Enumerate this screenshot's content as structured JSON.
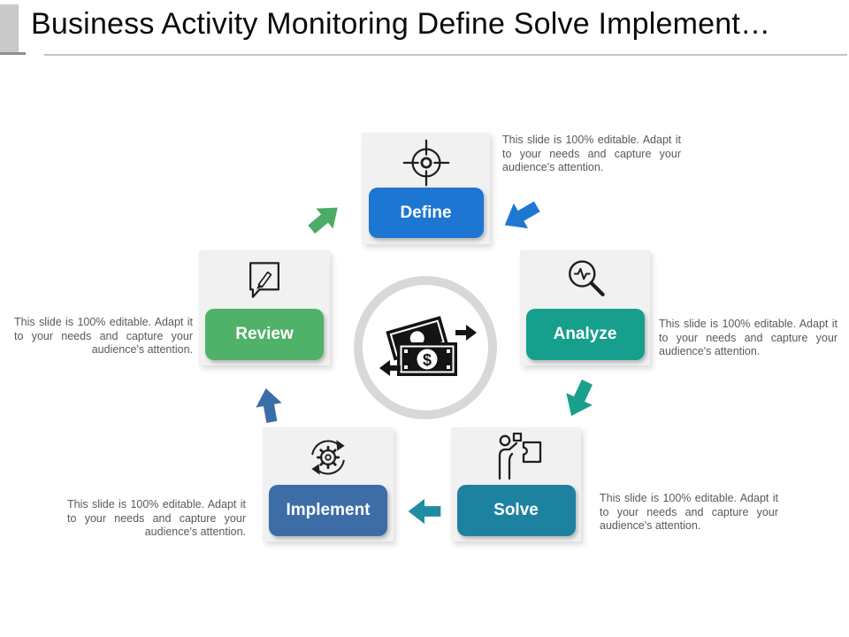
{
  "title": "Business Activity Monitoring Define Solve Implement…",
  "stages": [
    {
      "label": "Define",
      "color": "#1d76d2",
      "icon": "target-icon",
      "desc": "This slide is 100% editable. Adapt it to your needs and capture your audience's attention."
    },
    {
      "label": "Analyze",
      "color": "#169f8c",
      "icon": "magnifier-pulse-icon",
      "desc": "This slide is 100% editable. Adapt it to your needs and capture your audience's attention."
    },
    {
      "label": "Solve",
      "color": "#1d81a0",
      "icon": "person-puzzle-icon",
      "desc": "This slide is 100% editable. Adapt it to your needs and capture your audience's attention."
    },
    {
      "label": "Implement",
      "color": "#3d6da6",
      "icon": "gear-cycle-icon",
      "desc": "This slide is 100% editable. Adapt it to your needs and capture your audience's attention."
    },
    {
      "label": "Review",
      "color": "#50b168",
      "icon": "comment-edit-icon",
      "desc": "This slide is 100% editable. Adapt it to your needs and capture your audience's attention."
    }
  ],
  "center": {
    "icon": "money-exchange-icon",
    "currency_symbol": "$"
  },
  "arrows": [
    {
      "name": "arrow-review-to-define",
      "color": "#4cab66"
    },
    {
      "name": "arrow-define-to-analyze",
      "color": "#1e78d2"
    },
    {
      "name": "arrow-analyze-to-solve",
      "color": "#18a08c"
    },
    {
      "name": "arrow-solve-to-implement",
      "color": "#1e8ca3"
    },
    {
      "name": "arrow-implement-to-review",
      "color": "#3a6ea8"
    }
  ]
}
